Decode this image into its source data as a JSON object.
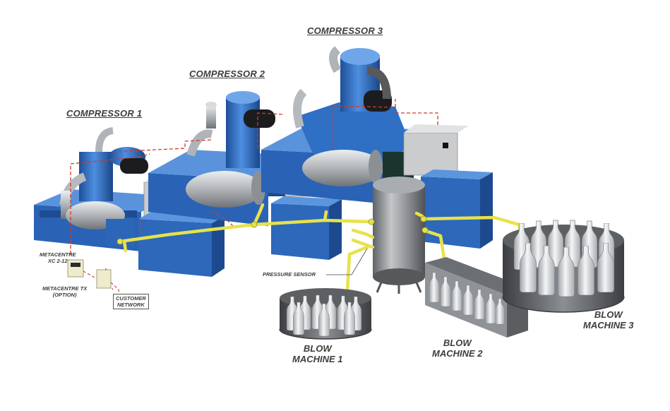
{
  "labels": {
    "compressor_1": "COMPRESSOR 1",
    "compressor_2": "COMPRESSOR 2",
    "compressor_3": "COMPRESSOR 3",
    "blow_machine_1": [
      "BLOW",
      "MACHINE 1"
    ],
    "blow_machine_2": [
      "BLOW",
      "MACHINE 2"
    ],
    "blow_machine_3": [
      "BLOW",
      "MACHINE 3"
    ],
    "metacentre_xc": [
      "METACENTRE",
      "XC 2-12"
    ],
    "metacentre_tx": [
      "METACENTRE TX",
      "(OPTION)"
    ],
    "customer_network": [
      "CUSTOMER",
      "NETWORK"
    ],
    "pressure_sensor": "PRESSURE SENSOR"
  },
  "colors": {
    "machine_blue": "#2f6fc4",
    "machine_blue_dark": "#1f4f96",
    "steel": "#b9bcc0",
    "pipe_yellow": "#e8e24a",
    "signal_red": "#d23a2a",
    "panel_grey": "#c9cacb",
    "tank_grey": "#8e9194"
  }
}
